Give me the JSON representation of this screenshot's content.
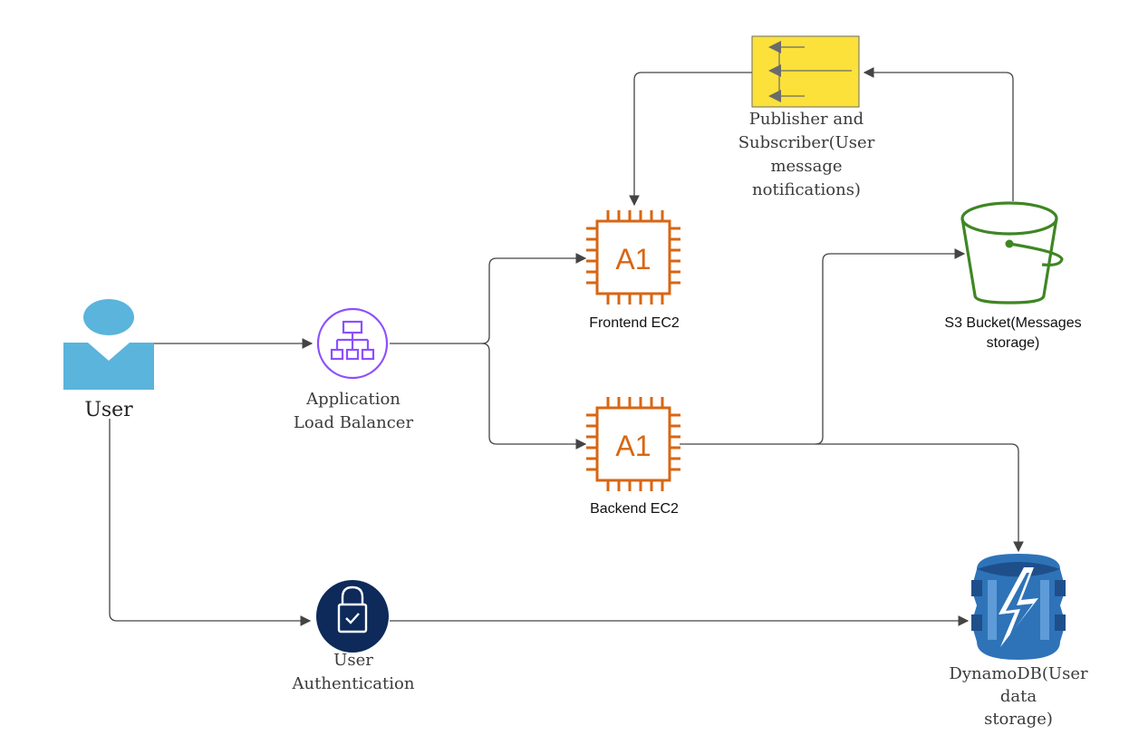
{
  "nodes": {
    "user": {
      "label": "User",
      "icon": "user-icon",
      "color": "#5ab4dc"
    },
    "load_balancer": {
      "lines": [
        "Application",
        "Load Balancer"
      ],
      "icon": "load-balancer-icon",
      "color": "#8c4fff"
    },
    "frontend": {
      "label": "Frontend EC2",
      "chip_text": "A1",
      "icon": "ec2-instance-icon",
      "color": "#d86613"
    },
    "backend": {
      "label": "Backend EC2",
      "chip_text": "A1",
      "icon": "ec2-instance-icon",
      "color": "#d86613"
    },
    "pubsub": {
      "lines": [
        "Publisher and",
        "Subscriber(User",
        "message",
        "notifications)"
      ],
      "icon": "pub-sub-icon",
      "color": "#fbe13a"
    },
    "s3": {
      "lines": [
        "S3 Bucket(Messages",
        "storage)"
      ],
      "icon": "bucket-icon",
      "color": "#3f8624"
    },
    "auth": {
      "lines": [
        "User",
        "Authentication"
      ],
      "icon": "lock-icon",
      "color": "#0d2a5a"
    },
    "dynamodb": {
      "lines": [
        "DynamoDB(User",
        "data",
        "storage)"
      ],
      "icon": "dynamodb-icon",
      "color": "#2e73b8"
    }
  },
  "edge_color": "#444444"
}
